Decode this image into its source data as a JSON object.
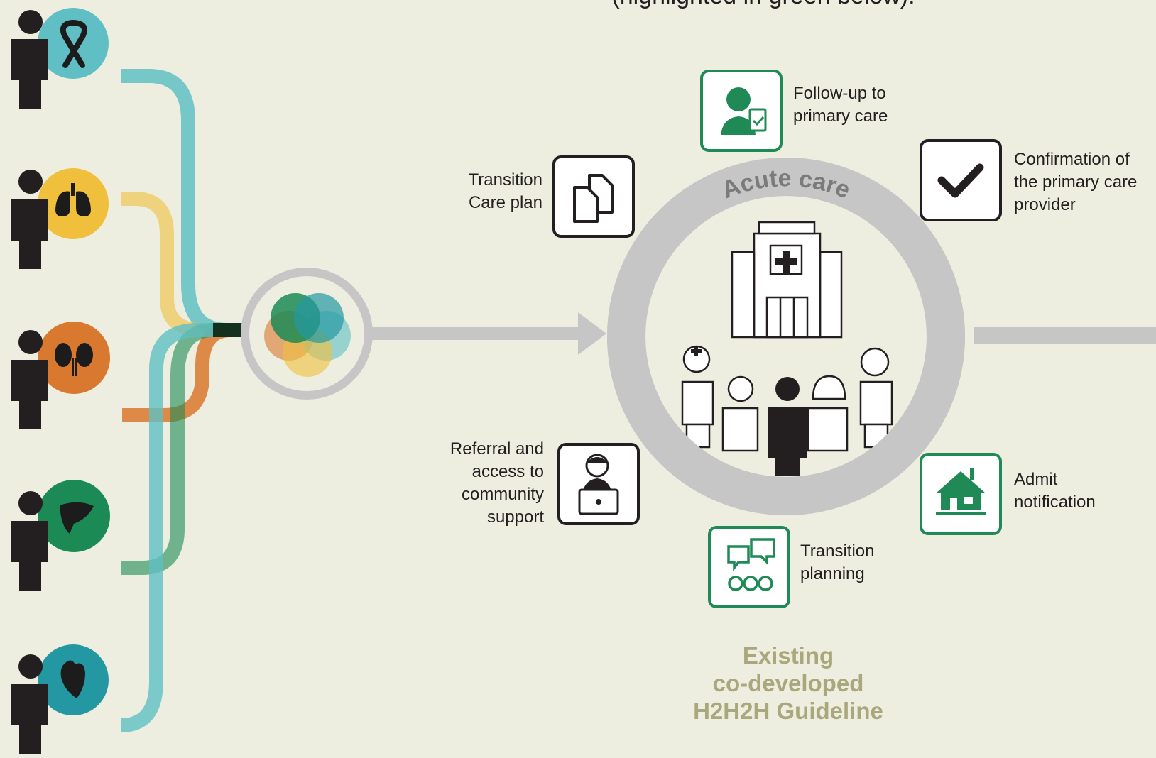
{
  "caption_partial": "(highlighted in green below).",
  "hub_label": "Acute care",
  "items": {
    "followup": "Follow-up to\nprimary care",
    "confirmation": "Confirmation of\nthe primary care\nprovider",
    "care_plan": "Transition\nCare plan",
    "referral": "Referral and\naccess to\ncommunity\nsupport",
    "admit": "Admit\nnotification",
    "planning": "Transition\nplanning"
  },
  "guideline_title": "Existing\nco-developed\nH2H2H Guideline",
  "conditions": [
    {
      "icon": "cancer-ribbon-icon",
      "color": "#5fbfc4"
    },
    {
      "icon": "lungs-icon",
      "color": "#f0bf3c"
    },
    {
      "icon": "kidneys-icon",
      "color": "#d9782f"
    },
    {
      "icon": "liver-icon",
      "color": "#1c8a55"
    },
    {
      "icon": "heart-icon",
      "color": "#2398a3"
    }
  ],
  "colors": {
    "background": "#edeedf",
    "highlight_green": "#1f8a56",
    "neutral_gray": "#bdbdbd",
    "guideline_olive": "#a9a77b",
    "dark": "#231f20"
  }
}
